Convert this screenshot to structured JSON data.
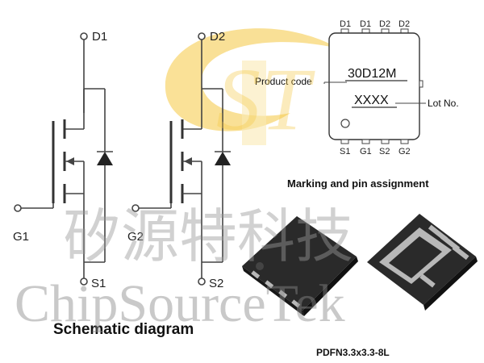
{
  "schematic": {
    "mosfet1": {
      "drain": "D1",
      "gate": "G1",
      "source": "S1"
    },
    "mosfet2": {
      "drain": "D2",
      "gate": "G2",
      "source": "S2"
    },
    "caption": "Schematic diagram"
  },
  "marking": {
    "top_pins": [
      "D1",
      "D1",
      "D2",
      "D2"
    ],
    "bottom_pins": [
      "S1",
      "G1",
      "S2",
      "G2"
    ],
    "product_code_label": "Product code",
    "product_code": "30D12M",
    "lot_code": "XXXX",
    "lot_label": "Lot No.",
    "caption": "Marking and pin assignment"
  },
  "package": {
    "caption": "PDFN3.3x3.3-8L"
  },
  "watermark": {
    "chinese": "矽源特科技",
    "english": "ChipSourceTek",
    "logo_letters": "ST"
  },
  "colors": {
    "logo_yellow": "#f5c842",
    "chip_body": "#2a2a2a",
    "chip_pad": "#b8b8b8",
    "line": "#444444"
  }
}
